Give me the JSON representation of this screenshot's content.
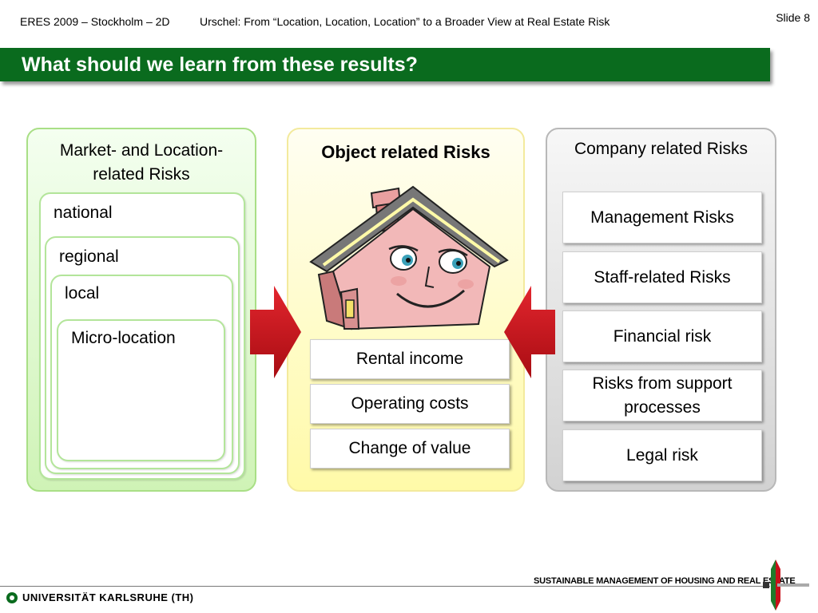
{
  "header": {
    "left": "ERES 2009 – Stockholm – 2D",
    "center": "Urschel: From “Location, Location, Location” to a Broader View at Real Estate Risk",
    "slide": "Slide 8"
  },
  "title": "What should we learn from these results?",
  "market_panel": {
    "heading": "Market- and Location-related Risks",
    "levels": [
      "national",
      "regional",
      "local",
      "Micro-location"
    ]
  },
  "object_panel": {
    "heading": "Object related Risks",
    "image": "house-cartoon",
    "items": [
      "Rental income",
      "Operating costs",
      "Change of value"
    ]
  },
  "company_panel": {
    "heading": "Company related Risks",
    "items": [
      "Management Risks",
      "Staff-related Risks",
      "Financial risk",
      "Risks from support processes",
      "Legal risk"
    ]
  },
  "arrows": [
    "arrow-right-icon",
    "arrow-left-icon"
  ],
  "colors": {
    "title_bar": "#0a6b1e",
    "arrow": "#c8101a",
    "green_panel": "#cff3b6",
    "yellow_panel": "#fffaa8",
    "gray_panel": "#d2d2d2"
  },
  "footer": {
    "university": "UNIVERSITÄT KARLSRUHE (TH)",
    "department": "SUSTAINABLE MANAGEMENT OF HOUSING AND REAL ESTATE"
  }
}
